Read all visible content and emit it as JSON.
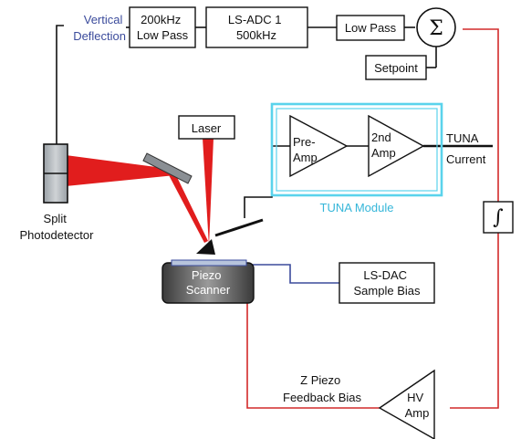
{
  "labels": {
    "vertical_deflection": [
      "Vertical",
      "Deflection"
    ],
    "low_pass_200": [
      "200kHz",
      "Low Pass"
    ],
    "adc": [
      "LS-ADC 1",
      "500kHz"
    ],
    "low_pass": "Low Pass",
    "sum_symbol": "Σ",
    "setpoint": "Setpoint",
    "laser": "Laser",
    "pre_amp": [
      "Pre-",
      "Amp"
    ],
    "second_amp": [
      "2nd",
      "Amp"
    ],
    "tuna_current": [
      "TUNA",
      "Current"
    ],
    "tuna_module": "TUNA Module",
    "split_photodetector": [
      "Split",
      "Photodetector"
    ],
    "piezo_scanner": [
      "Piezo",
      "Scanner"
    ],
    "dac": [
      "LS-DAC",
      "Sample Bias"
    ],
    "integrator_symbol": "∫",
    "z_piezo": [
      "Z Piezo",
      "Feedback Bias"
    ],
    "hv_amp": [
      "HV",
      "Amp"
    ]
  },
  "colors": {
    "feedback_line": "#d22a2a",
    "laser_beam": "#e11d1d",
    "tuna_module_border": "#5ad3ec",
    "sample_bias_line": "#3b4b9c",
    "signal_line": "#111111"
  }
}
